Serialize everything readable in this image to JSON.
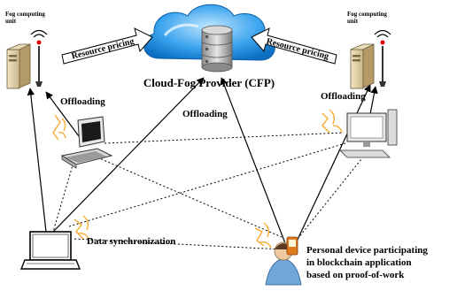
{
  "cloud": {
    "label": "Cloud-Fog Provider (CFP)"
  },
  "fog_left": {
    "label_line1": "Fog computing",
    "label_line2": "unit"
  },
  "fog_right": {
    "label_line1": "Fog computing",
    "label_line2": "unit"
  },
  "arrows": {
    "resource_pricing_left": "Resource pricing",
    "resource_pricing_right": "Resource pricing"
  },
  "labels": {
    "offloading_left": "Offloading",
    "offloading_center": "Offloading",
    "offloading_right": "Offloading",
    "data_sync": "Data synchronization"
  },
  "personal_device": {
    "line1": "Personal device participating",
    "line2": "in blockchain application",
    "line3": "based on proof-of-work"
  },
  "colors": {
    "cloud_blue": "#1f8fe0",
    "cloud_light": "#8fd0ff",
    "wifi_orange": "#f5a623",
    "line": "#000000"
  }
}
